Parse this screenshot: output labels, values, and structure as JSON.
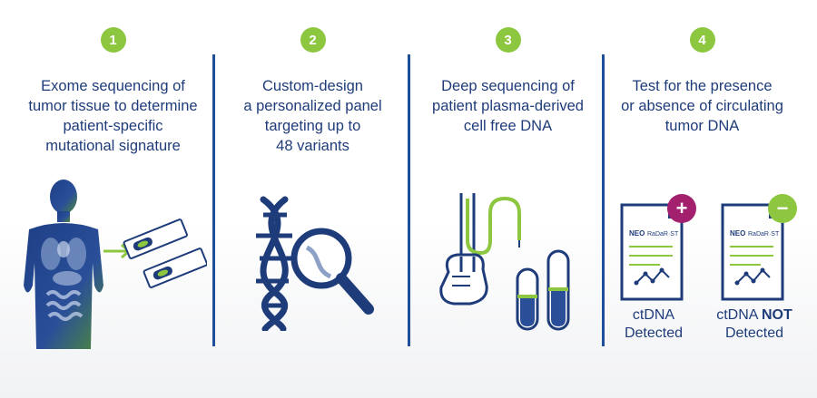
{
  "steps": [
    {
      "number": "1",
      "text": "Exome sequencing of\ntumor tissue to determine\npatient-specific\nmutational signature"
    },
    {
      "number": "2",
      "text": "Custom-design\na personalized panel\ntargeting up to\n48 variants"
    },
    {
      "number": "3",
      "text": "Deep sequencing of\npatient plasma-derived\ncell free DNA"
    },
    {
      "number": "4",
      "text": "Test for the presence\nor absence of circulating\ntumor DNA"
    }
  ],
  "report": {
    "brand": "NEO",
    "product": "RaDaR·ST",
    "positive_sign": "+",
    "negative_sign": "−"
  },
  "results": {
    "detected_line1": "ctDNA",
    "detected_line2": "Detected",
    "not_detected_prefix": "ctDNA ",
    "not_detected_strong": "NOT",
    "not_detected_line2": "Detected"
  },
  "colors": {
    "green": "#8dc63f",
    "navy": "#1f4e9b",
    "dark_navy": "#1f3c7a",
    "magenta": "#a3206f"
  }
}
